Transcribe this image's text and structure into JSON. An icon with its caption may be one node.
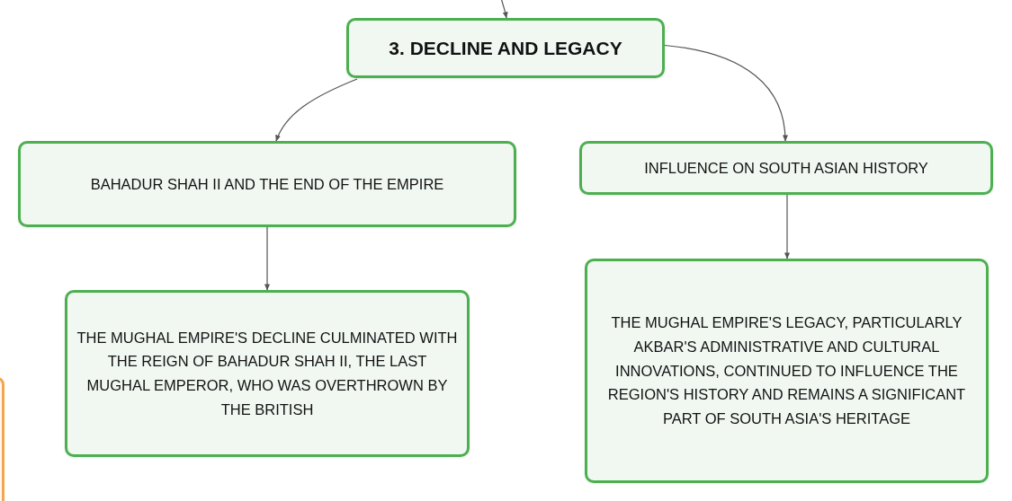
{
  "diagram": {
    "nodes": [
      {
        "text": [
          "3. DECLINE AND LEGACY"
        ]
      },
      {
        "text": [
          "BAHADUR SHAH II AND THE END OF THE EMPIRE"
        ]
      },
      {
        "text": [
          "INFLUENCE ON SOUTH ASIAN HISTORY"
        ]
      },
      {
        "text": [
          "THE MUGHAL EMPIRE'S DECLINE CULMINATED WITH THE REIGN OF BAHADUR SHAH II, THE LAST MUGHAL EMPEROR, WHO WAS OVERTHROWN BY THE BRITISH"
        ]
      },
      {
        "text": [
          "THE MUGHAL EMPIRE'S LEGACY, PARTICULARLY AKBAR'S ADMINISTRATIVE AND CULTURAL INNOVATIONS, CONTINUED TO INFLUENCE THE REGION'S HISTORY AND REMAINS A SIGNIFICANT PART OF SOUTH ASIA'S HERITAGE"
        ]
      },
      {
        "text": [],
        "shape": "box"
      }
    ],
    "edges": [
      {
        "from": null,
        "to": 0,
        "arrow": "to"
      },
      {
        "from": 0,
        "to": 1,
        "arrow": "to"
      },
      {
        "from": 0,
        "to": 2,
        "arrow": "to"
      },
      {
        "from": 1,
        "to": 3,
        "arrow": "to"
      },
      {
        "from": 2,
        "to": 4,
        "arrow": "to"
      }
    ]
  }
}
